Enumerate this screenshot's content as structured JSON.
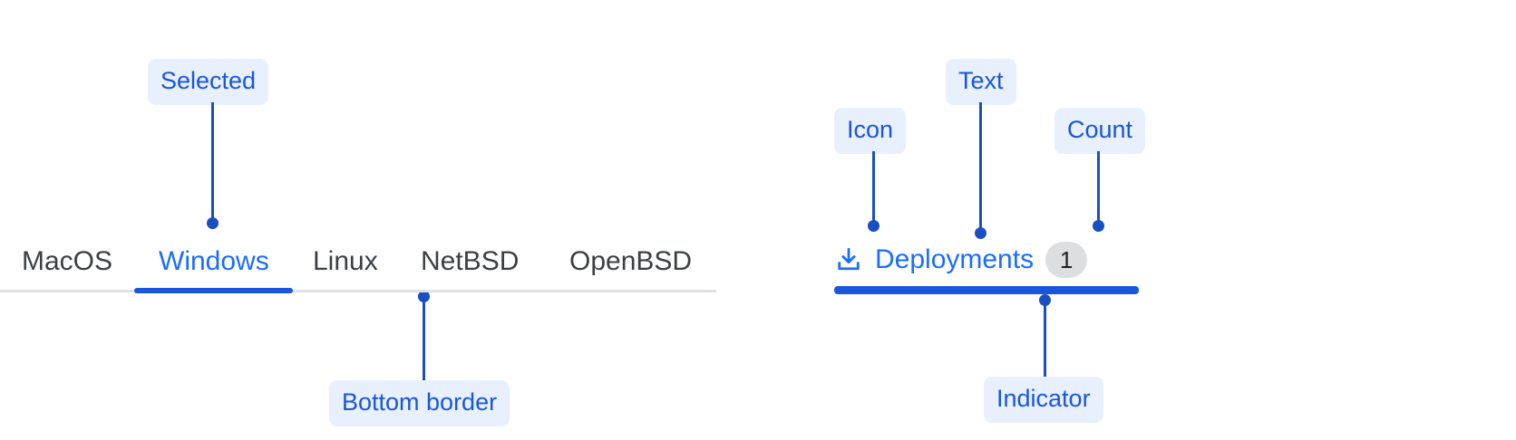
{
  "meta": {
    "accent_blue": "#1a56db",
    "link_blue": "#1a6dff",
    "pill_bg": "#e8f0fe",
    "divider_gray": "#dfe1e5",
    "badge_bg": "#dcdee0",
    "text_gray": "#3c4043"
  },
  "left_example": {
    "tabs": [
      {
        "label": "MacOS",
        "selected": false
      },
      {
        "label": "Windows",
        "selected": true
      },
      {
        "label": "Linux",
        "selected": false
      },
      {
        "label": "NetBSD",
        "selected": false
      },
      {
        "label": "OpenBSD",
        "selected": false
      }
    ],
    "annotations": [
      {
        "label": "Selected"
      },
      {
        "label": "Bottom border"
      }
    ]
  },
  "right_example": {
    "tab": {
      "icon": "download-icon",
      "label": "Deployments",
      "count": "1",
      "selected": true
    },
    "annotations": [
      {
        "label": "Icon"
      },
      {
        "label": "Text"
      },
      {
        "label": "Count"
      },
      {
        "label": "Indicator"
      }
    ]
  }
}
